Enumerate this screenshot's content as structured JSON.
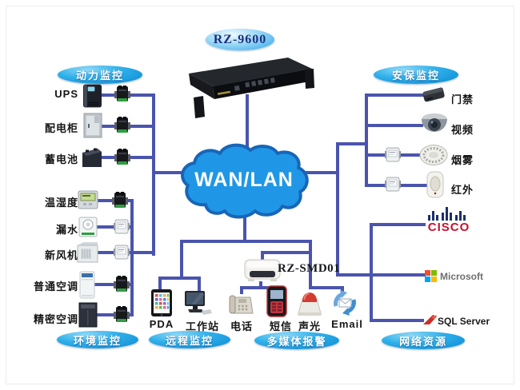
{
  "gateway": {
    "label": "RZ-9600"
  },
  "modem": {
    "label": "RZ-SMD01"
  },
  "cloud": {
    "label": "WAN/LAN"
  },
  "sections": {
    "power": "动力监控",
    "security": "安保监控",
    "environment": "环境监控",
    "remote": "远程监控",
    "multimedia": "多媒体报警",
    "network": "网络资源"
  },
  "nodes": {
    "power": [
      "UPS",
      "配电柜",
      "蓄电池"
    ],
    "environment": [
      "温湿度",
      "漏水",
      "新风机",
      "普通空调",
      "精密空调"
    ],
    "security": [
      "门禁",
      "视频",
      "烟雾",
      "红外"
    ],
    "remote": [
      "PDA",
      "工作站"
    ],
    "multimedia": [
      "电话",
      "短信",
      "声光",
      "Email"
    ],
    "network": [
      "CISCO",
      "Microsoft",
      "SQL Server"
    ]
  },
  "colors": {
    "connector": "#4a54ae",
    "cloud_fill": "#2097e6",
    "cloud_border": "#1766b8",
    "badge_blue": "#12a0e8",
    "cisco_red": "#c4122e",
    "microsoft_gray": "#6f6f6f"
  }
}
